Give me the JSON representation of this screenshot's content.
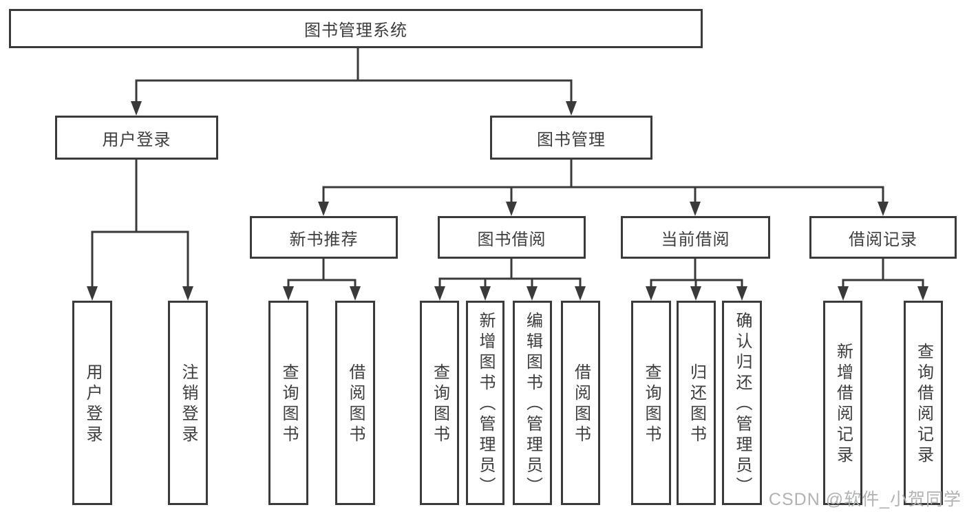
{
  "colors": {
    "line": "#3a3a3a",
    "text": "#3d3d3d",
    "box_background": "#ffffff",
    "page_background": "#ffffff",
    "watermark": "#b0b2b4"
  },
  "watermark": {
    "text": "CSDN @软件_小贺同学"
  },
  "diagram": {
    "type": "hierarchy-tree",
    "root": {
      "label": "图书管理系统",
      "children": [
        {
          "label": "用户登录",
          "children": [
            {
              "label": "用户登录"
            },
            {
              "label": "注销登录"
            }
          ]
        },
        {
          "label": "图书管理",
          "children": [
            {
              "label": "新书推荐",
              "children": [
                {
                  "label": "查询图书"
                },
                {
                  "label": "借阅图书"
                }
              ]
            },
            {
              "label": "图书借阅",
              "children": [
                {
                  "label": "查询图书"
                },
                {
                  "label": "新增图书（管理员）"
                },
                {
                  "label": "编辑图书（管理员）"
                },
                {
                  "label": "借阅图书"
                }
              ]
            },
            {
              "label": "当前借阅",
              "children": [
                {
                  "label": "查询图书"
                },
                {
                  "label": "归还图书"
                },
                {
                  "label": "确认归还（管理员）"
                }
              ]
            },
            {
              "label": "借阅记录",
              "children": [
                {
                  "label": "新增借阅记录"
                },
                {
                  "label": "查询借阅记录"
                }
              ]
            }
          ]
        }
      ]
    }
  }
}
